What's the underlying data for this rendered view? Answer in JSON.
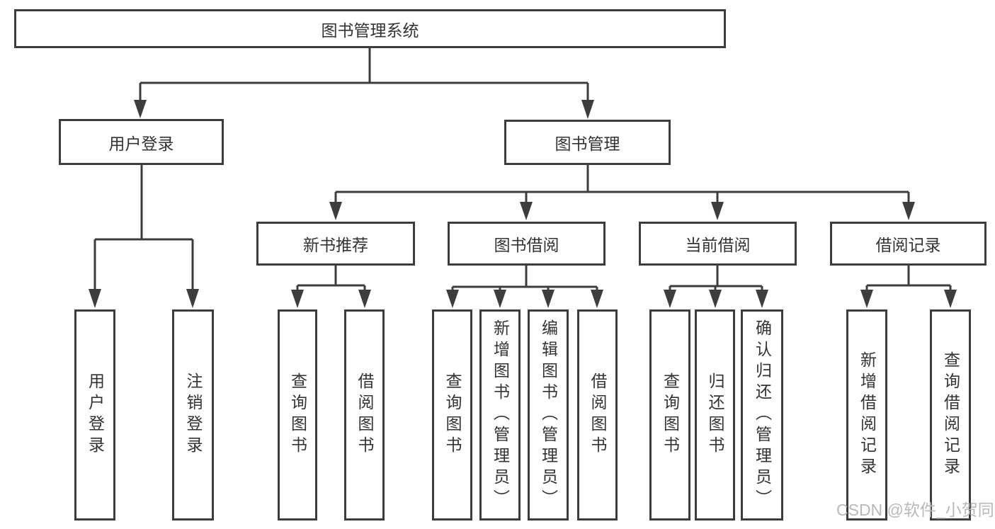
{
  "diagram": {
    "title": "图书管理系统",
    "root": {
      "label": "图书管理系统"
    },
    "level2": [
      {
        "label": "用户登录"
      },
      {
        "label": "图书管理"
      }
    ],
    "level3": [
      {
        "label": "新书推荐"
      },
      {
        "label": "图书借阅"
      },
      {
        "label": "当前借阅"
      },
      {
        "label": "借阅记录"
      }
    ],
    "leaves": {
      "user": [
        "用户登录",
        "注销登录"
      ],
      "new_books": [
        "查询图书",
        "借阅图书"
      ],
      "borrow": [
        "查询图书",
        "新增图书（管理员）",
        "编辑图书（管理员）",
        "借阅图书"
      ],
      "current": [
        "查询图书",
        "归还图书",
        "确认归还（管理员）"
      ],
      "records": [
        "新增借阅记录",
        "查询借阅记录"
      ]
    }
  },
  "watermark": {
    "text": "CSDN @软件_小贺同学"
  },
  "colors": {
    "line": "#3d3d3d",
    "text": "#333333",
    "watermark": "#b9b9b9",
    "background": "#ffffff"
  }
}
